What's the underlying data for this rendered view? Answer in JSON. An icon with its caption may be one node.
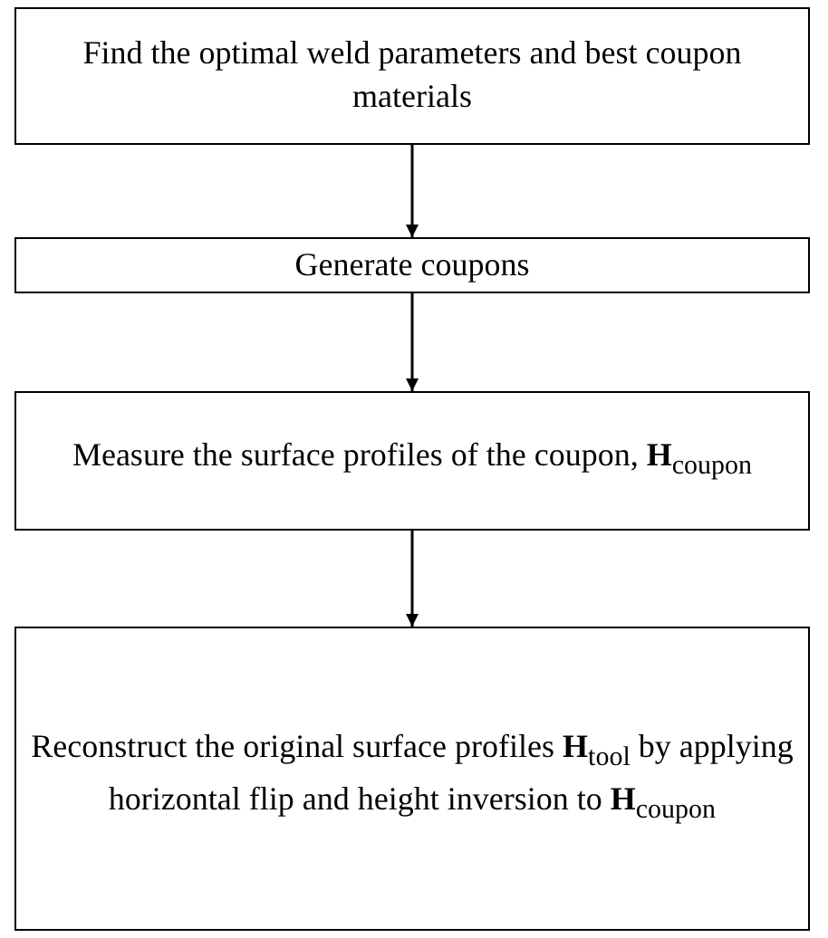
{
  "diagram": {
    "nodes": [
      {
        "text": [
          "Find the optimal weld parameters and best coupon materials"
        ]
      },
      {
        "text": [
          "Generate coupons"
        ]
      },
      {
        "text": [
          "Measure the surface profiles of the coupon, **H**$_{coupon}$"
        ]
      },
      {
        "text": [
          "Reconstruct the original surface profiles **H**$_{tool}$ by applying horizontal flip and height inversion to **H**$_{coupon}$"
        ]
      }
    ],
    "edges": [
      {
        "from": 0,
        "to": 1,
        "arrow": "to"
      },
      {
        "from": 1,
        "to": 2,
        "arrow": "to"
      },
      {
        "from": 2,
        "to": 3,
        "arrow": "to"
      }
    ]
  }
}
